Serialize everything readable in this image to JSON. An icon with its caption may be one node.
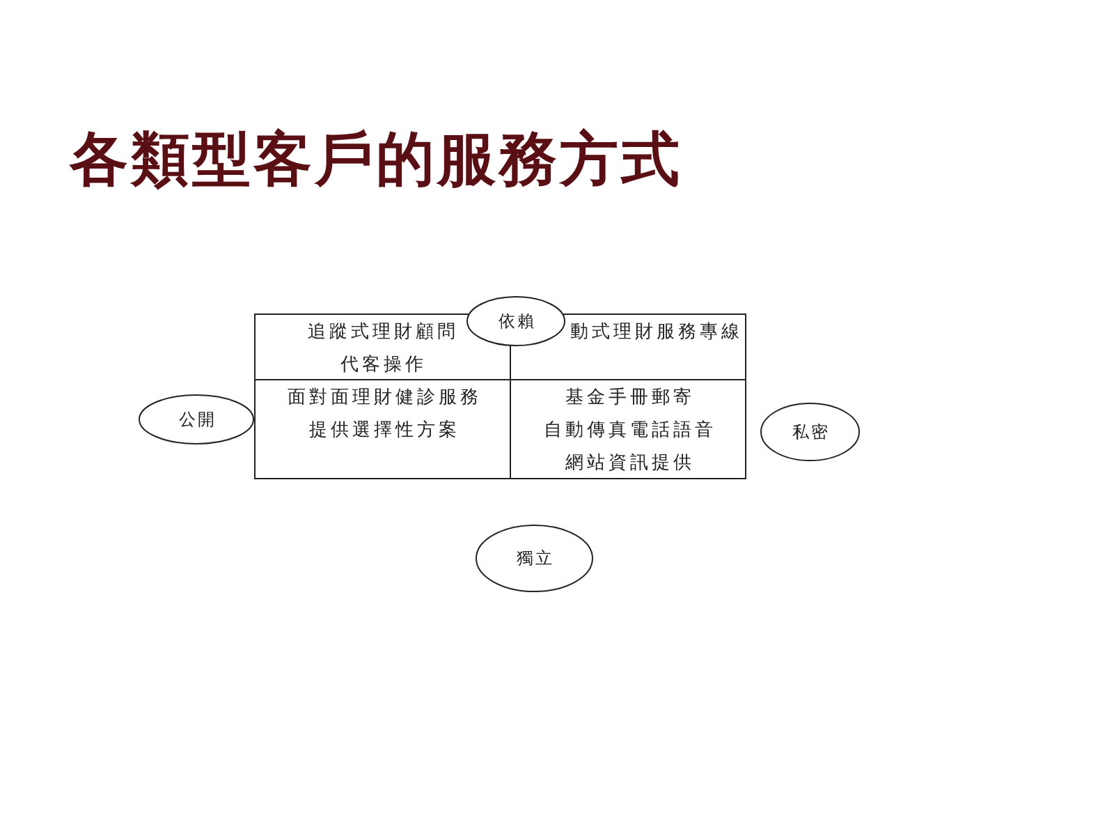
{
  "diagram": {
    "title": "各類型客戶的服務方式",
    "nodes": [
      {
        "text": [
          "依賴"
        ]
      },
      {
        "text": [
          "追蹤式理財顧問",
          "代客操作"
        ]
      },
      {
        "text": [
          "動式理財服務專線"
        ]
      },
      {
        "text": [
          "公開"
        ]
      },
      {
        "text": [
          "面對面理財健診服務",
          "提供選擇性方案"
        ]
      },
      {
        "text": [
          "基金手冊郵寄",
          "自動傳真電話語音",
          "網站資訊提供"
        ]
      },
      {
        "text": [
          "私密"
        ]
      },
      {
        "text": [
          "獨立"
        ]
      }
    ]
  }
}
